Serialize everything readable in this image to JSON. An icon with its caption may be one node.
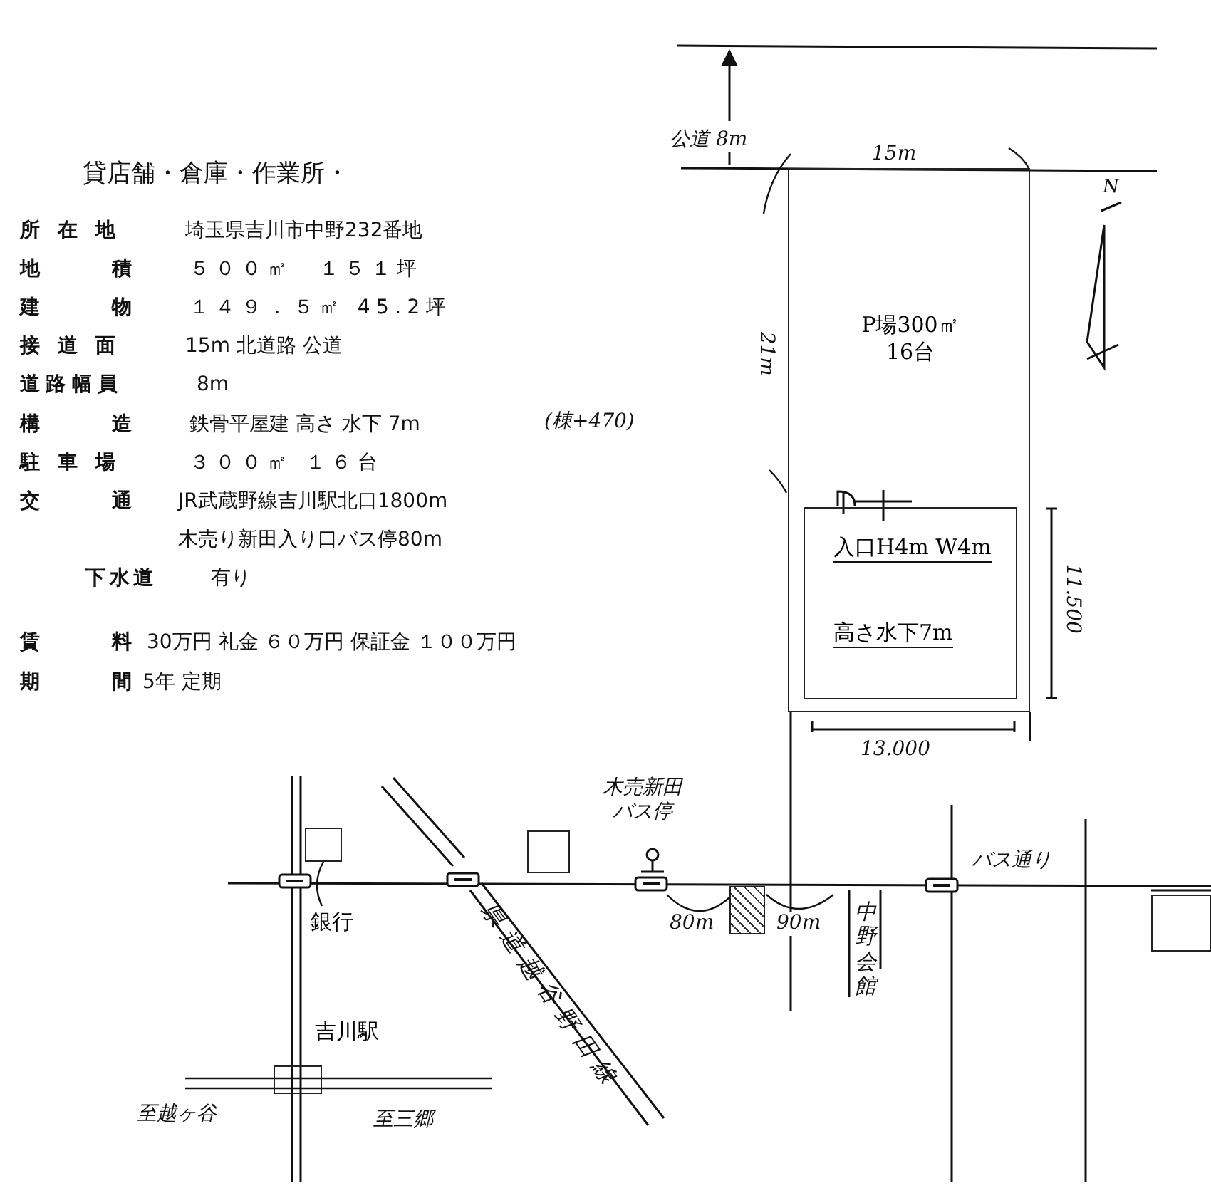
{
  "diagram": {
    "nodes": [
      {
        "text": [
          "P場300㎡ 16台"
        ]
      },
      {
        "text": [
          "入口H4m W4m",
          "高さ水下7m"
        ],
        "in": 0
      },
      {
        "text": [],
        "shape": "box"
      },
      {
        "text": [],
        "shape": "box"
      },
      {
        "text": [
          "銀行"
        ]
      },
      {
        "text": [],
        "shape": "box"
      },
      {
        "text": [],
        "shape": "box"
      },
      {
        "text": [],
        "shape": "box",
        "beside": [
          "吉川駅"
        ]
      }
    ],
    "edges": [
      {
        "from": 4,
        "to": 3,
        "arrow": "none"
      }
    ],
    "labels": [
      "貸店舗・倉庫・作業所・",
      "所在地",
      "埼玉県吉川市中野232番地",
      "地積",
      "５００㎡　１５１坪",
      "建物",
      "１４９．５㎡ 45.2坪",
      "接道面",
      "15m 北道路 公道",
      "道路幅員",
      "8m",
      "構造",
      "鉄骨平屋建 高さ 水下 7m",
      "(棟+470)",
      "駐車場",
      "３００㎡ １６台",
      "交通",
      "JR武蔵野線吉川駅北口1800m",
      "木売り新田入り口バス停80m",
      "下水道",
      "有り",
      "賃料",
      "30万円 礼金 ６０万円 保証金 １００万円",
      "期間",
      "5年 定期",
      "公道 8m",
      "15m",
      "21m",
      "N",
      "11.500",
      "13.000",
      "木売新田バス停",
      "80m",
      "90m",
      "中野会館",
      "バス通り",
      "県道越谷野田線",
      "至越ヶ谷",
      "至三郷"
    ]
  }
}
